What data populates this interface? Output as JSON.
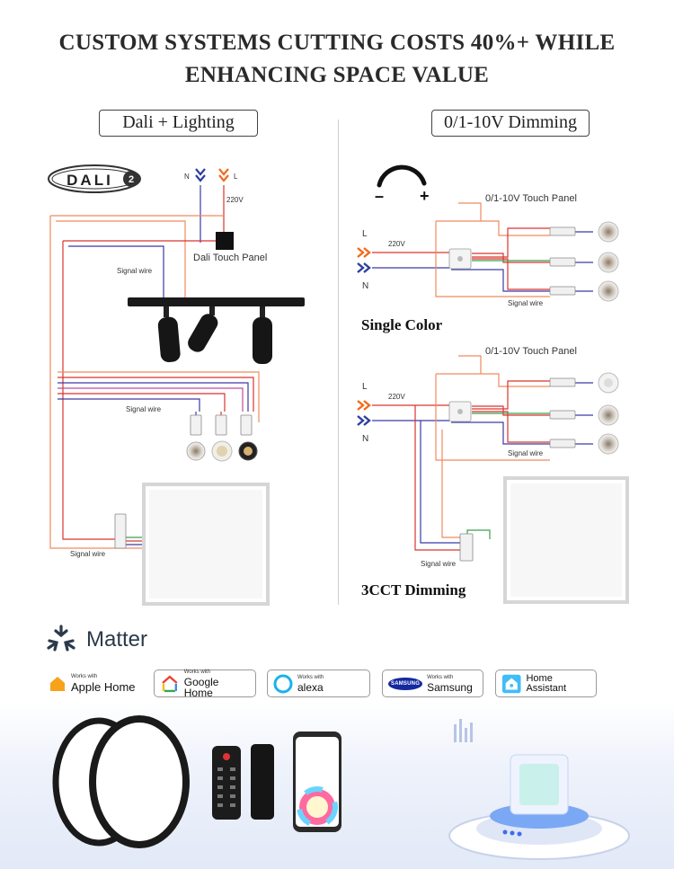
{
  "title": {
    "line1": "CUSTOM SYSTEMS CUTTING COSTS 40%+ WHILE",
    "line2": "ENHANCING SPACE VALUE"
  },
  "left_section": {
    "label": "Dali + Lighting",
    "logo_text": "DALI",
    "logo_num": "2",
    "n_label": "N",
    "l_label": "L",
    "voltage": "220V",
    "panel_label": "Dali Touch Panel",
    "signal_wire_1": "Signal wire",
    "signal_wire_2": "Signal wire",
    "signal_wire_3": "Signal wire"
  },
  "right_section": {
    "label": "0/1-10V Dimming",
    "minus": "–",
    "plus": "+",
    "single": {
      "panel_label": "0/1-10V Touch Panel",
      "l_label": "L",
      "n_label": "N",
      "voltage": "220V",
      "signal_wire": "Signal wire",
      "caption": "Single Color"
    },
    "cct": {
      "panel_label": "0/1-10V Touch Panel",
      "l_label": "L",
      "n_label": "N",
      "voltage": "220V",
      "signal_wire_1": "Signal wire",
      "signal_wire_2": "Signal wire",
      "caption": "3CCT Dimming"
    }
  },
  "matter": {
    "label": "Matter"
  },
  "badges": [
    {
      "small": "Works with",
      "big": "Apple Home"
    },
    {
      "small": "Works with",
      "big": "Google Home"
    },
    {
      "small": "Works with",
      "big": "alexa"
    },
    {
      "small": "Works with",
      "big": "Samsung",
      "logo": "SAMSUNG"
    },
    {
      "small": "",
      "big": "Home Assistant"
    }
  ],
  "colors": {
    "live_wire": "#d9352f",
    "neutral_wire": "#3a3aa8",
    "signal_wire": "#f08a5d",
    "arrow_orange": "#f26b1d",
    "arrow_blue": "#2d3f9e",
    "matter_blue": "#2b3a4a"
  }
}
